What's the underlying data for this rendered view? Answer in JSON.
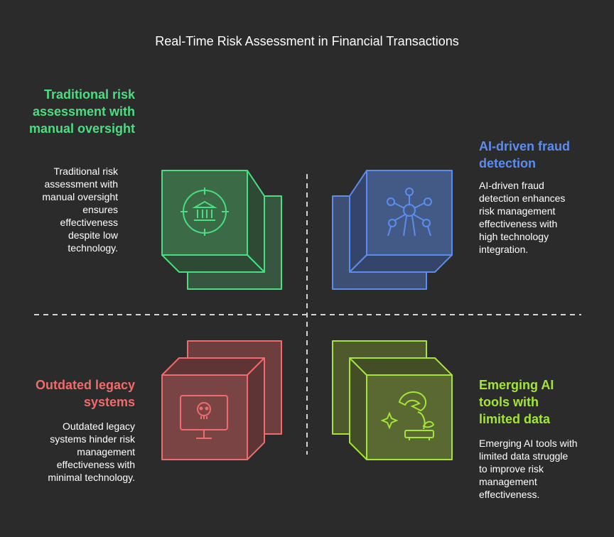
{
  "title": "Real-Time Risk Assessment in Financial Transactions",
  "quadrants": [
    {
      "heading": "Traditional risk assessment with manual oversight",
      "description": "Traditional risk assessment with manual oversight ensures effectiveness despite low technology.",
      "color": "#4ade80",
      "icon": "bank-target-icon"
    },
    {
      "heading": "AI-driven fraud detection",
      "description": "AI-driven fraud detection enhances risk management effectiveness with high technology integration.",
      "color": "#5b8def",
      "icon": "network-atom-icon"
    },
    {
      "heading": "Outdated legacy systems",
      "description": "Outdated legacy systems hinder risk management effectiveness with minimal technology.",
      "color": "#f06b6b",
      "icon": "skull-monitor-icon"
    },
    {
      "heading": "Emerging AI tools with limited data",
      "description": "Emerging AI tools with limited data struggle to improve risk management effectiveness.",
      "color": "#a3e635",
      "icon": "sprout-sparkle-icon"
    }
  ]
}
